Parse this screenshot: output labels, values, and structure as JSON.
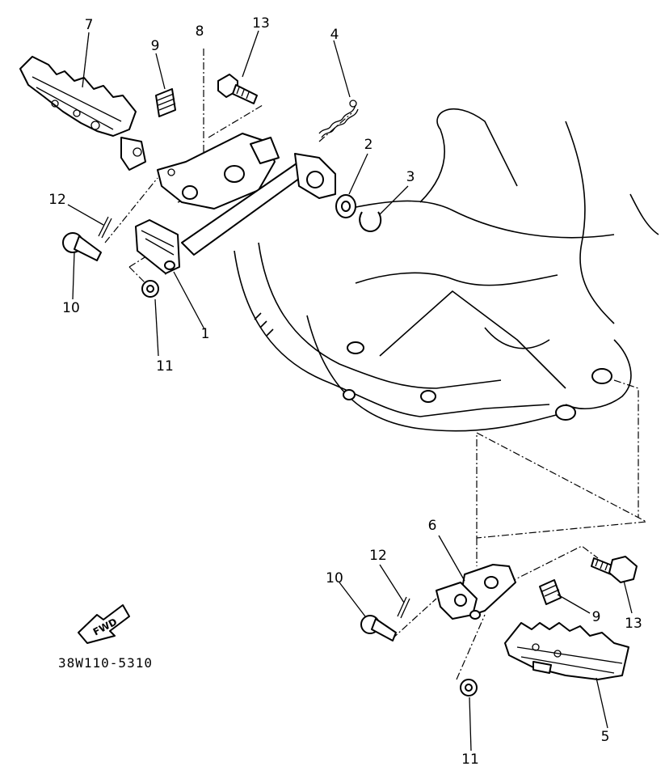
{
  "diagram": {
    "callouts": [
      {
        "id": "c1",
        "text": "1"
      },
      {
        "id": "c2",
        "text": "2"
      },
      {
        "id": "c3",
        "text": "3"
      },
      {
        "id": "c4",
        "text": "4"
      },
      {
        "id": "c5",
        "text": "5"
      },
      {
        "id": "c6",
        "text": "6"
      },
      {
        "id": "c7",
        "text": "7"
      },
      {
        "id": "c8",
        "text": "8"
      },
      {
        "id": "c9a",
        "text": "9"
      },
      {
        "id": "c9b",
        "text": "9"
      },
      {
        "id": "c10a",
        "text": "10"
      },
      {
        "id": "c10b",
        "text": "10"
      },
      {
        "id": "c11a",
        "text": "11"
      },
      {
        "id": "c11b",
        "text": "11"
      },
      {
        "id": "c12a",
        "text": "12"
      },
      {
        "id": "c12b",
        "text": "12"
      },
      {
        "id": "c13a",
        "text": "13"
      },
      {
        "id": "c13b",
        "text": "13"
      }
    ],
    "fwd_badge": "FWD",
    "part_code": "38W110-5310"
  }
}
